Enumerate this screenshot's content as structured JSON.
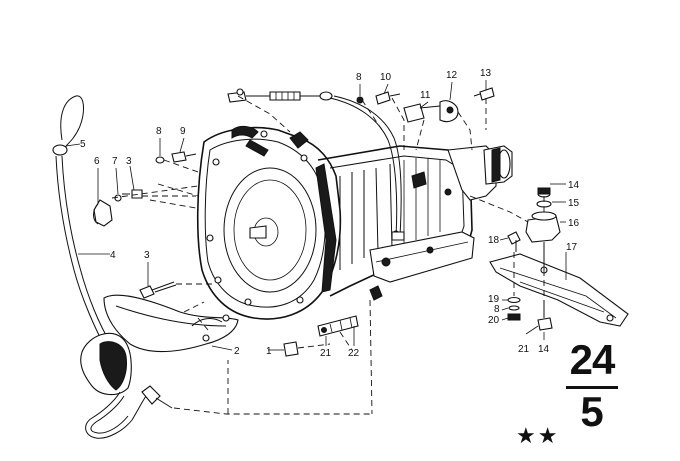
{
  "callouts": [
    {
      "id": "c1",
      "text": "1"
    },
    {
      "id": "c2",
      "text": "2"
    },
    {
      "id": "c3a",
      "text": "3"
    },
    {
      "id": "c3b",
      "text": "3"
    },
    {
      "id": "c4",
      "text": "4"
    },
    {
      "id": "c5",
      "text": "5"
    },
    {
      "id": "c6",
      "text": "6"
    },
    {
      "id": "c7",
      "text": "7"
    },
    {
      "id": "c8a",
      "text": "8"
    },
    {
      "id": "c8b",
      "text": "8"
    },
    {
      "id": "c8c",
      "text": "8"
    },
    {
      "id": "c9",
      "text": "9"
    },
    {
      "id": "c10",
      "text": "10"
    },
    {
      "id": "c11",
      "text": "11"
    },
    {
      "id": "c12",
      "text": "12"
    },
    {
      "id": "c13",
      "text": "13"
    },
    {
      "id": "c14a",
      "text": "14"
    },
    {
      "id": "c14b",
      "text": "14"
    },
    {
      "id": "c15",
      "text": "15"
    },
    {
      "id": "c16",
      "text": "16"
    },
    {
      "id": "c17",
      "text": "17"
    },
    {
      "id": "c18",
      "text": "18"
    },
    {
      "id": "c19",
      "text": "19"
    },
    {
      "id": "c20",
      "text": "20"
    },
    {
      "id": "c21a",
      "text": "21"
    },
    {
      "id": "c21b",
      "text": "21"
    },
    {
      "id": "c22",
      "text": "22"
    }
  ],
  "page_marker": {
    "group": "24",
    "page": "5",
    "stars": "★★"
  }
}
